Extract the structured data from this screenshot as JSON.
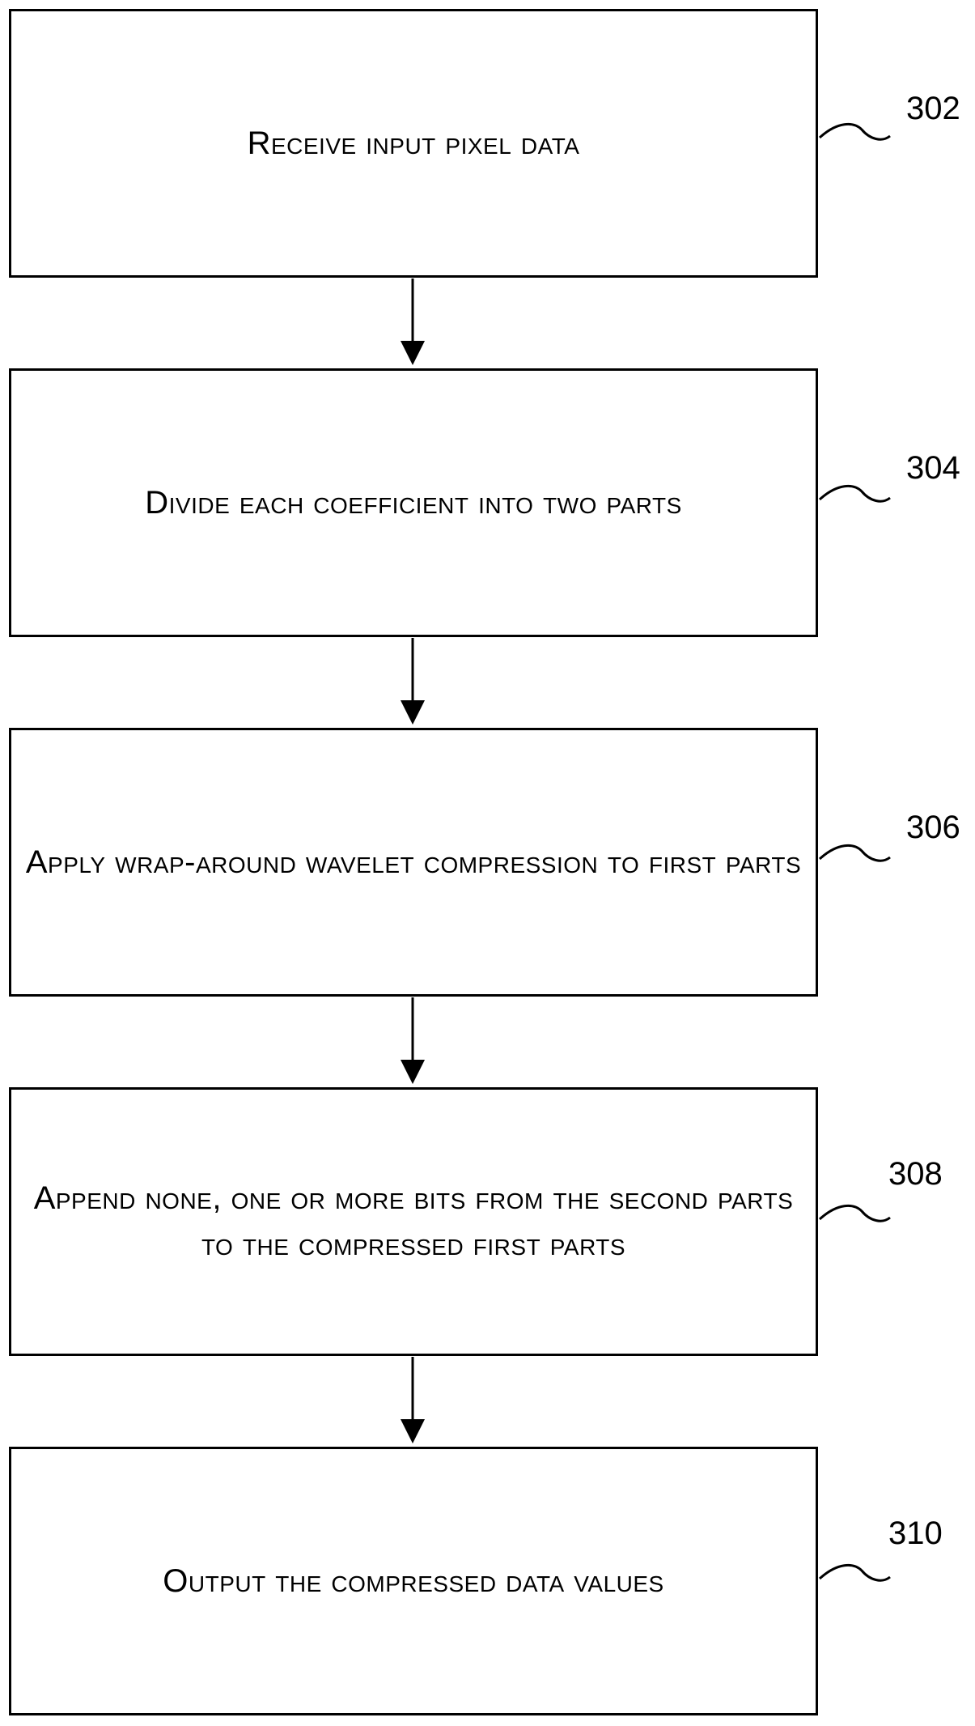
{
  "steps": [
    {
      "ref": "302",
      "text": "Receive input pixel data"
    },
    {
      "ref": "304",
      "text": "Divide each coefficient into two parts"
    },
    {
      "ref": "306",
      "text": "Apply wrap-around wavelet compression to first parts"
    },
    {
      "ref": "308",
      "text": "Append none, one or more bits from the second parts to the compressed first parts"
    },
    {
      "ref": "310",
      "text": "Output the compressed data values"
    }
  ]
}
